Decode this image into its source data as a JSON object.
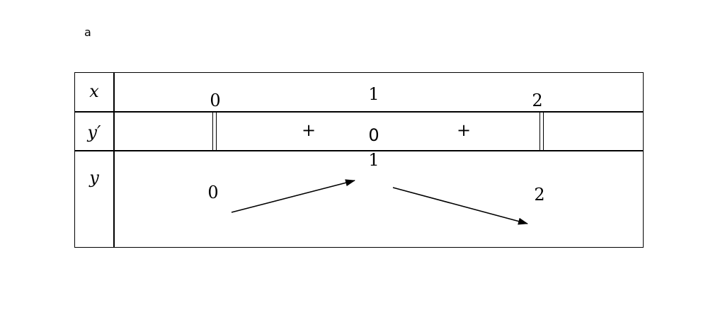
{
  "corner_label": "a",
  "rows": {
    "x": "x",
    "yprime": "y′",
    "y": "y"
  },
  "x_values": [
    "0",
    "1",
    "2"
  ],
  "yprime": {
    "sign_left": "+",
    "zero": "0",
    "sign_right": "+"
  },
  "y_values": {
    "left": "0",
    "top": "1",
    "right": "2"
  },
  "arrows": [
    "increasing",
    "decreasing"
  ]
}
